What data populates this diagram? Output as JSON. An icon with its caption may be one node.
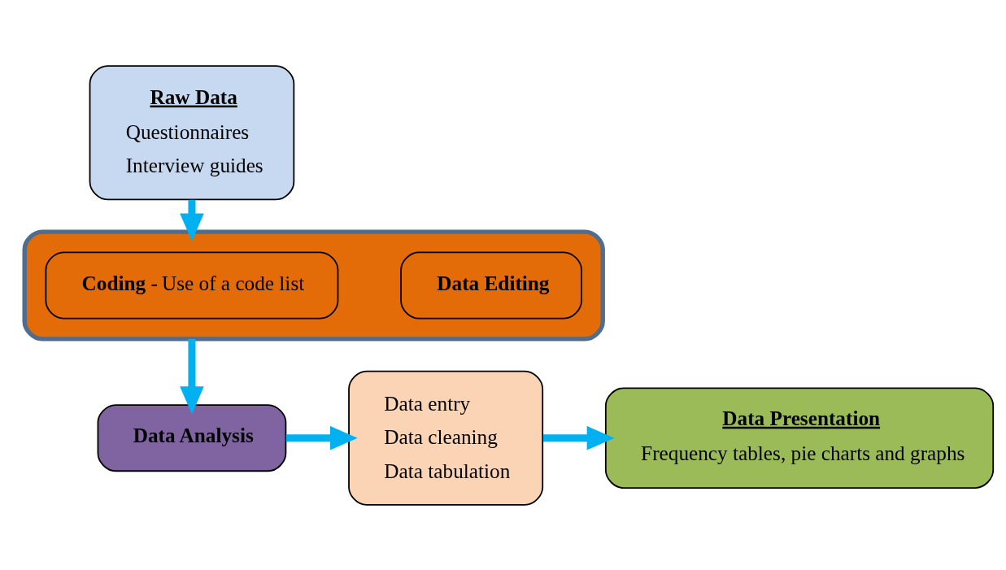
{
  "diagram": {
    "nodes": [
      {
        "text": [
          "Raw Data",
          "Questionnaires",
          "Interview guides"
        ]
      },
      {
        "text": [],
        "shape": "box"
      },
      {
        "text": [
          "**Coding -** Use of a code list"
        ],
        "in": 1
      },
      {
        "text": [
          "Data Editing"
        ],
        "in": 1
      },
      {
        "text": [
          "Data Analysis"
        ]
      },
      {
        "text": [
          "Data entry",
          "Data cleaning",
          "Data tabulation"
        ]
      },
      {
        "text": [
          "Data Presentation",
          "Frequency tables, pie charts and graphs"
        ]
      }
    ],
    "edges": [
      {
        "from": 0,
        "to": 1,
        "arrow": "to"
      },
      {
        "from": 1,
        "to": 4,
        "arrow": "to"
      },
      {
        "from": 4,
        "to": 5,
        "arrow": "to"
      },
      {
        "from": 5,
        "to": 6,
        "arrow": "to"
      }
    ]
  }
}
